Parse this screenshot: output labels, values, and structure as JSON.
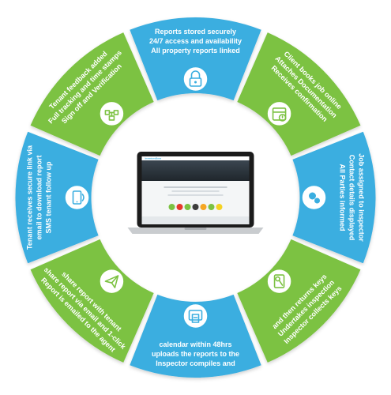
{
  "colors": {
    "blue": "#3aaee0",
    "green": "#7cc242",
    "white": "#ffffff",
    "laptop_body": "#c9cccf",
    "laptop_bezel": "#1b1b1b"
  },
  "segments": [
    {
      "color": "blue",
      "icon": "lock-icon",
      "lines": [
        "Reports stored securely",
        "24/7 access and availability",
        "All property reports linked"
      ]
    },
    {
      "color": "green",
      "icon": "calendar-icon",
      "lines": [
        "Client books job online",
        "Attaches Documentation",
        "Receives confirmation"
      ]
    },
    {
      "color": "blue",
      "icon": "users-icon",
      "lines": [
        "Job assigned to inspector",
        "Contact details displayed",
        "All Parties informed"
      ]
    },
    {
      "color": "green",
      "icon": "keys-icon",
      "lines": [
        "Inspector collects keys",
        "Undertakes inspection",
        "and then returns keys"
      ]
    },
    {
      "color": "blue",
      "icon": "upload-icon",
      "lines": [
        "Inspector compiles and",
        "uploads the reports to the",
        "calendar within 48hrs"
      ]
    },
    {
      "color": "green",
      "icon": "email-icon",
      "lines": [
        "Report is emailed to the agent",
        "share report via email and 1-click",
        "share report with tenant"
      ]
    },
    {
      "color": "blue",
      "icon": "mobile-icon",
      "lines": [
        "Tenant receives secure link via",
        "email to download report",
        "SMS tenant follow up"
      ]
    },
    {
      "color": "green",
      "icon": "signoff-icon",
      "lines": [
        "Tenant feedback added",
        "Full tracking and time stamps",
        "Sign off and Verification"
      ]
    }
  ],
  "laptop": {
    "screen_label": "InventoryBase"
  }
}
